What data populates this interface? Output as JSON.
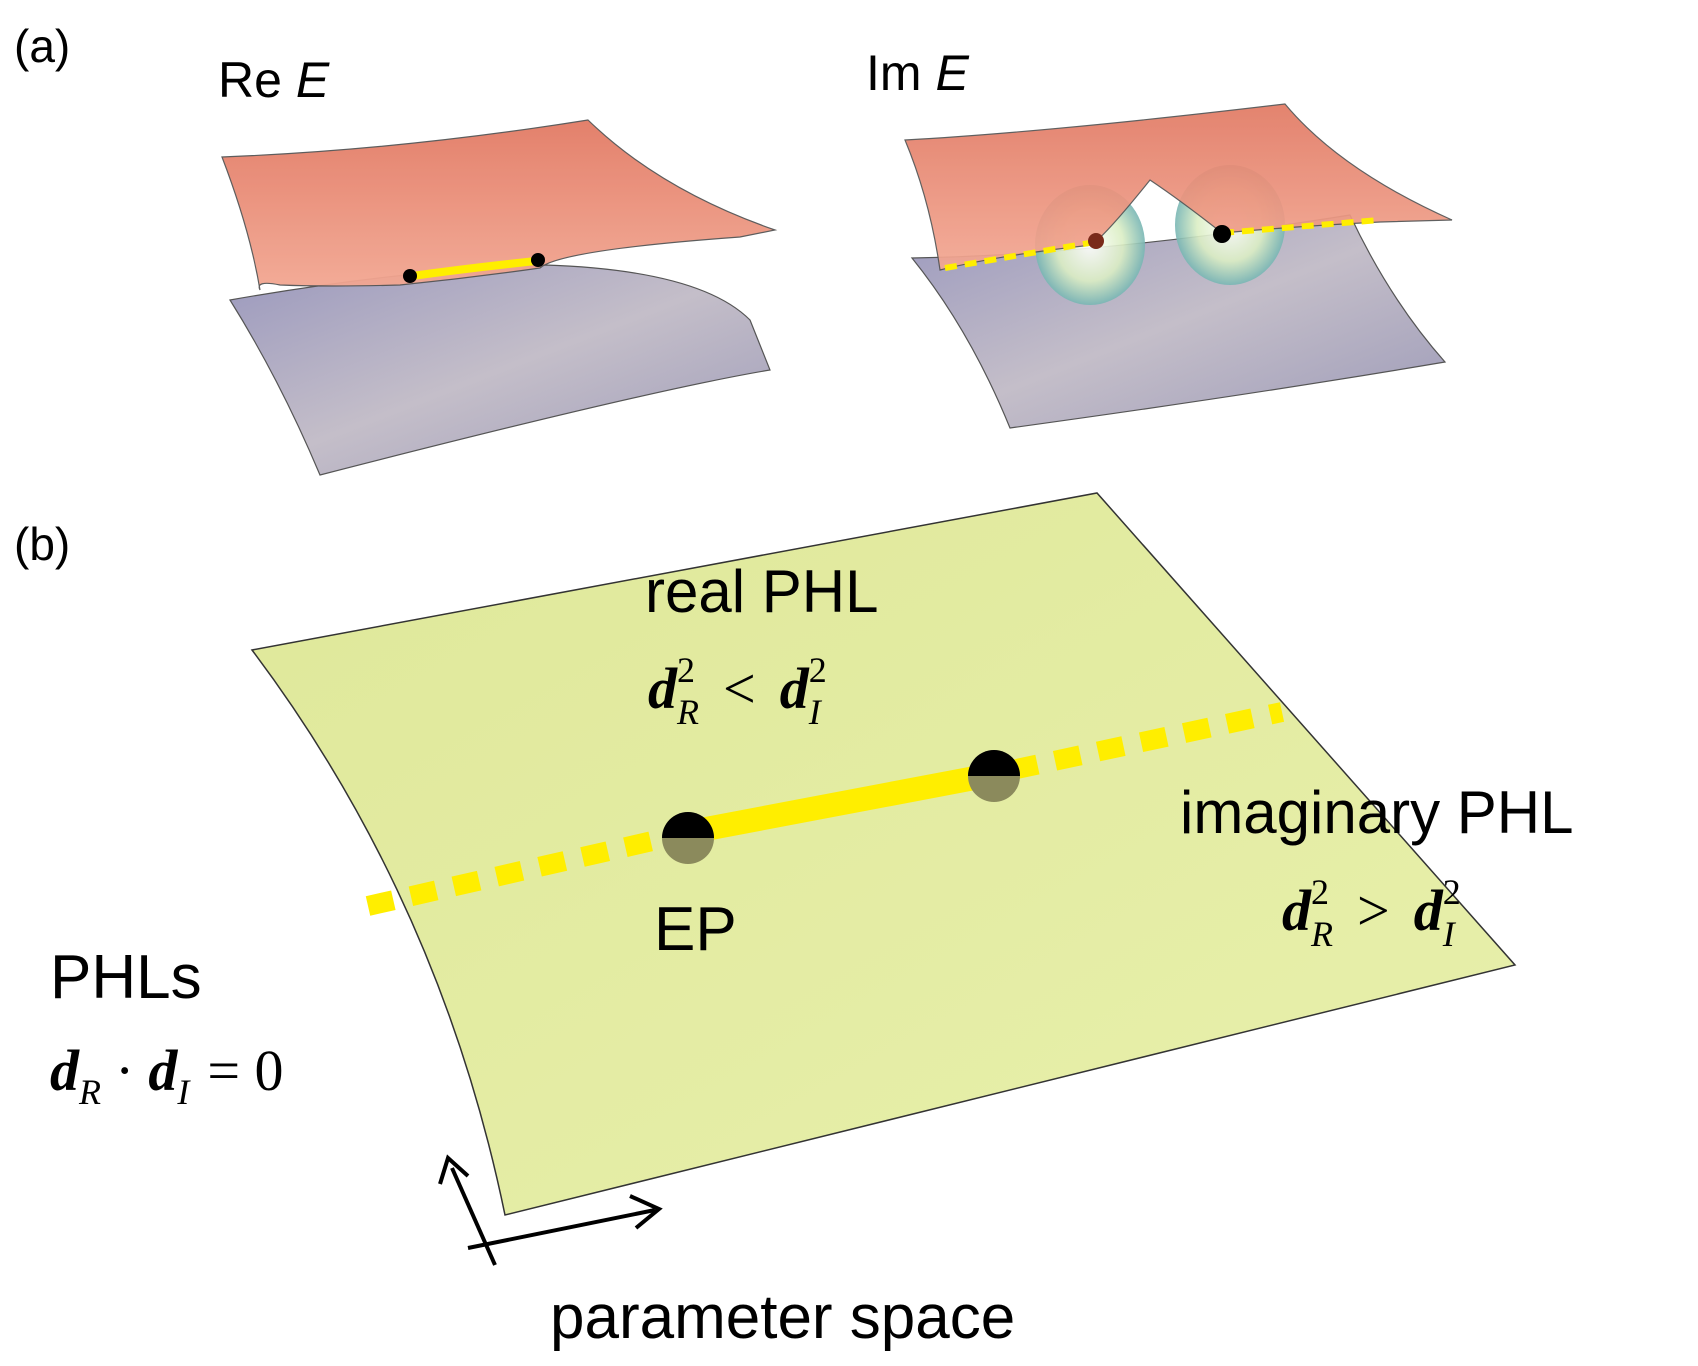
{
  "panel_a": {
    "label": "(a)",
    "left_title": {
      "prefix": "Re ",
      "symbol": "E"
    },
    "right_title": {
      "prefix": "Im ",
      "symbol": "E"
    }
  },
  "panel_b": {
    "label": "(b)",
    "real_phl": {
      "title": "real PHL",
      "lhs": "d",
      "lhs_sup": "2",
      "lhs_sub": "R",
      "op": "<",
      "rhs": "d",
      "rhs_sup": "2",
      "rhs_sub": "I"
    },
    "imaginary_phl": {
      "title": "imaginary PHL",
      "lhs": "d",
      "lhs_sup": "2",
      "lhs_sub": "R",
      "op": ">",
      "rhs": "d",
      "rhs_sup": "2",
      "rhs_sub": "I"
    },
    "ep_label": "EP",
    "phls": {
      "title": "PHLs",
      "lhs": "d",
      "lhs_sub": "R",
      "dot": "·",
      "rhs": "d",
      "rhs_sub": "I",
      "eq": "= 0"
    },
    "axis_caption": "parameter space"
  },
  "colors": {
    "upper_band": "#e8826a",
    "lower_band": "#a7a6c2",
    "plane": "#e4eea0",
    "line": "#ffee00",
    "ep": "#000000"
  }
}
